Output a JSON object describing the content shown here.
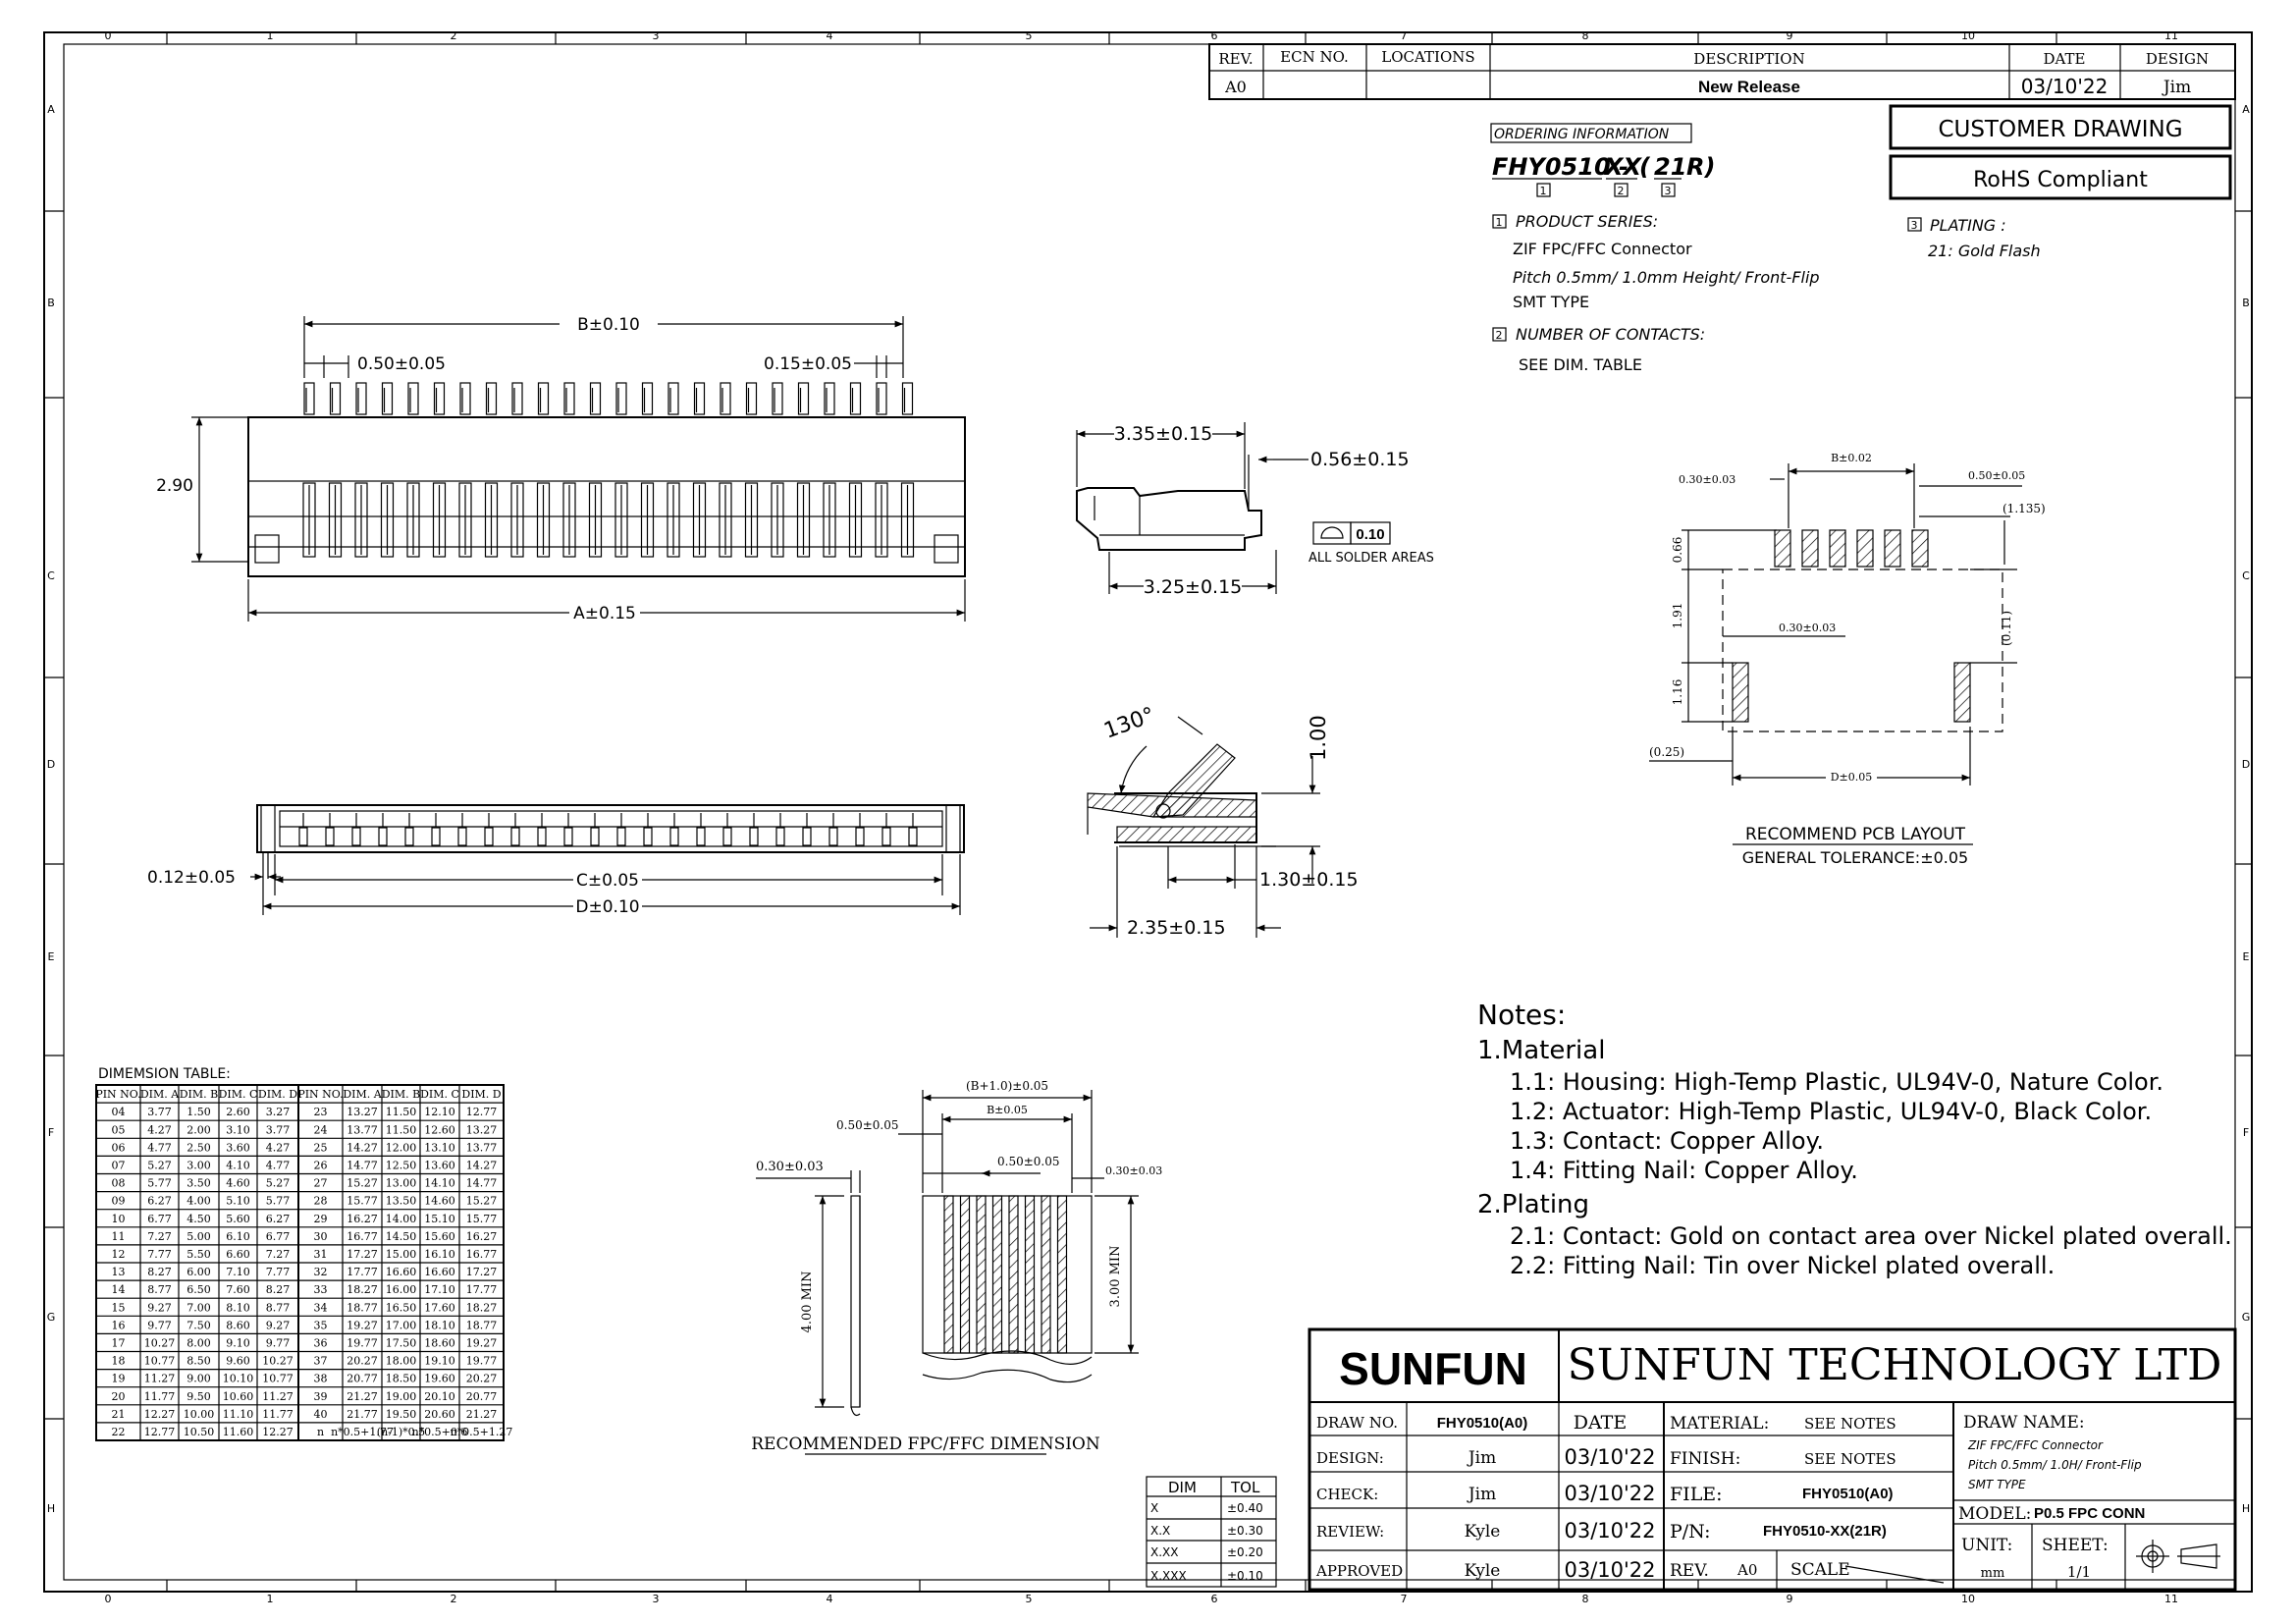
{
  "grid": {
    "cols": [
      "0",
      "1",
      "2",
      "3",
      "4",
      "5",
      "6",
      "7",
      "8",
      "9",
      "10",
      "11"
    ],
    "rows": [
      "A",
      "B",
      "C",
      "D",
      "E",
      "F",
      "G",
      "H"
    ]
  },
  "revision": {
    "headers": [
      "REV.",
      "ECN NO.",
      "LOCATIONS",
      "DESCRIPTION",
      "DATE",
      "DESIGN"
    ],
    "row": [
      "A0",
      "",
      "",
      "New Release",
      "03/10'22",
      "Jim"
    ]
  },
  "ordering": {
    "heading": "ORDERING INFORMATION",
    "part": "FHY0510-XX(21R)",
    "part_prefix": "FHY0510 -",
    "part_xx": "XX",
    "part_open": "(",
    "part_21": "21",
    "part_close": "R)",
    "markers": [
      "1",
      "2",
      "3"
    ],
    "series_title": "PRODUCT SERIES:",
    "series_lines": [
      "ZIF FPC/FFC Connector",
      "Pitch 0.5mm/ 1.0mm Height/ Front-Flip",
      "SMT TYPE"
    ],
    "contacts_title": "NUMBER OF CONTACTS:",
    "contacts_line": "SEE DIM. TABLE",
    "plating_title": "PLATING :",
    "plating_line": "21:  Gold Flash"
  },
  "badges": {
    "customer": "CUSTOMER DRAWING",
    "rohs": "RoHS Compliant"
  },
  "dims": {
    "top": {
      "b": "B±0.10",
      "pitch": "0.50±0.05",
      "width": "0.15±0.05",
      "height": "2.90",
      "a": "A±0.15"
    },
    "front": {
      "c": "C±0.05",
      "d": "D±0.10",
      "offset": "0.12±0.05"
    },
    "side": {
      "d1": "3.35±0.15",
      "d2": "0.56±0.15",
      "d3": "3.25±0.15",
      "flat": "0.10",
      "flat_note": "ALL SOLDER AREAS"
    },
    "section": {
      "angle": "130°",
      "h": "1.00",
      "d1": "1.30±0.15",
      "d2": "2.35±0.15"
    },
    "pcb": {
      "b": "B±0.02",
      "pad": "0.30±0.03",
      "pitch": "0.50±0.05",
      "overhang": "(1.135)",
      "h1": "0.66",
      "h2": "1.91",
      "h3": "1.16",
      "fit": "0.30±0.03",
      "side": "(0.11)",
      "edge": "(0.25)",
      "d": "D±0.05",
      "title": "RECOMMEND PCB LAYOUT",
      "tolerance": "GENERAL TOLERANCE:±0.05"
    },
    "fpc": {
      "total": "(B+1.0)±0.05",
      "b": "B±0.05",
      "edge": "0.50±0.05",
      "thick": "0.30±0.03",
      "pitch": "0.50±0.05",
      "width": "0.30±0.03",
      "len1": "4.00 MIN",
      "len2": "3.00 MIN",
      "title": "RECOMMENDED FPC/FFC DIMENSION"
    }
  },
  "dim_table": {
    "title": "DIMEMSION TABLE:",
    "headers": [
      "PIN NO.",
      "DIM. A",
      "DIM. B",
      "DIM. C",
      "DIM. D",
      "PIN NO.",
      "DIM. A",
      "DIM. B",
      "DIM. C",
      "DIM. D"
    ],
    "rows": [
      [
        "04",
        "3.77",
        "1.50",
        "2.60",
        "3.27",
        "23",
        "13.27",
        "11.50",
        "12.10",
        "12.77"
      ],
      [
        "05",
        "4.27",
        "2.00",
        "3.10",
        "3.77",
        "24",
        "13.77",
        "11.50",
        "12.60",
        "13.27"
      ],
      [
        "06",
        "4.77",
        "2.50",
        "3.60",
        "4.27",
        "25",
        "14.27",
        "12.00",
        "13.10",
        "13.77"
      ],
      [
        "07",
        "5.27",
        "3.00",
        "4.10",
        "4.77",
        "26",
        "14.77",
        "12.50",
        "13.60",
        "14.27"
      ],
      [
        "08",
        "5.77",
        "3.50",
        "4.60",
        "5.27",
        "27",
        "15.27",
        "13.00",
        "14.10",
        "14.77"
      ],
      [
        "09",
        "6.27",
        "4.00",
        "5.10",
        "5.77",
        "28",
        "15.77",
        "13.50",
        "14.60",
        "15.27"
      ],
      [
        "10",
        "6.77",
        "4.50",
        "5.60",
        "6.27",
        "29",
        "16.27",
        "14.00",
        "15.10",
        "15.77"
      ],
      [
        "11",
        "7.27",
        "5.00",
        "6.10",
        "6.77",
        "30",
        "16.77",
        "14.50",
        "15.60",
        "16.27"
      ],
      [
        "12",
        "7.77",
        "5.50",
        "6.60",
        "7.27",
        "31",
        "17.27",
        "15.00",
        "16.10",
        "16.77"
      ],
      [
        "13",
        "8.27",
        "6.00",
        "7.10",
        "7.77",
        "32",
        "17.77",
        "16.60",
        "16.60",
        "17.27"
      ],
      [
        "14",
        "8.77",
        "6.50",
        "7.60",
        "8.27",
        "33",
        "18.27",
        "16.00",
        "17.10",
        "17.77"
      ],
      [
        "15",
        "9.27",
        "7.00",
        "8.10",
        "8.77",
        "34",
        "18.77",
        "16.50",
        "17.60",
        "18.27"
      ],
      [
        "16",
        "9.77",
        "7.50",
        "8.60",
        "9.27",
        "35",
        "19.27",
        "17.00",
        "18.10",
        "18.77"
      ],
      [
        "17",
        "10.27",
        "8.00",
        "9.10",
        "9.77",
        "36",
        "19.77",
        "17.50",
        "18.60",
        "19.27"
      ],
      [
        "18",
        "10.77",
        "8.50",
        "9.60",
        "10.27",
        "37",
        "20.27",
        "18.00",
        "19.10",
        "19.77"
      ],
      [
        "19",
        "11.27",
        "9.00",
        "10.10",
        "10.77",
        "38",
        "20.77",
        "18.50",
        "19.60",
        "20.27"
      ],
      [
        "20",
        "11.77",
        "9.50",
        "10.60",
        "11.27",
        "39",
        "21.27",
        "19.00",
        "20.10",
        "20.77"
      ],
      [
        "21",
        "12.27",
        "10.00",
        "11.10",
        "11.77",
        "40",
        "21.77",
        "19.50",
        "20.60",
        "21.27"
      ],
      [
        "22",
        "12.77",
        "10.50",
        "11.60",
        "12.27",
        "n",
        "n*0.5+1.77",
        "(n-1)*0.5",
        "n*0.5+0.6",
        "n*0.5+1.27"
      ]
    ]
  },
  "notes": {
    "title": "Notes:",
    "lines": [
      "1.Material",
      "1.1: Housing: High-Temp Plastic, UL94V-0, Nature Color.",
      "1.2: Actuator: High-Temp Plastic, UL94V-0, Black Color.",
      "1.3: Contact: Copper Alloy.",
      "1.4: Fitting Nail: Copper Alloy.",
      "2.Plating",
      "2.1: Contact: Gold on contact area over Nickel plated overall.",
      "2.2: Fitting Nail: Tin over Nickel plated overall."
    ]
  },
  "tolerance": {
    "headers": [
      "DIM",
      "TOL"
    ],
    "rows": [
      [
        "X",
        "±0.40"
      ],
      [
        "X.X",
        "±0.30"
      ],
      [
        "X.XX",
        "±0.20"
      ],
      [
        "X.XXX",
        "±0.10"
      ]
    ]
  },
  "title_block": {
    "logo": "SUNFUN",
    "company": "SUNFUN TECHNOLOGY LTD",
    "draw_no_label": "DRAW NO.",
    "draw_no": "FHY0510(A0)",
    "date_label": "DATE",
    "design_label": "DESIGN:",
    "design": "Jim",
    "design_date": "03/10'22",
    "check_label": "CHECK:",
    "check": "Jim",
    "check_date": "03/10'22",
    "review_label": "REVIEW:",
    "review": "Kyle",
    "review_date": "03/10'22",
    "approved_label": "APPROVED",
    "approved": "Kyle",
    "approved_date": "03/10'22",
    "material_label": "MATERIAL:",
    "material": "SEE NOTES",
    "finish_label": "FINISH:",
    "finish": "SEE NOTES",
    "file_label": "FILE:",
    "file": "FHY0510(A0)",
    "pn_label": "P/N:",
    "pn": "FHY0510-XX(21R)",
    "rev_label": "REV.",
    "rev": "A0",
    "scale_label": "SCALE",
    "draw_name_label": "DRAW NAME:",
    "draw_name_lines": [
      "ZIF FPC/FFC Connector",
      "Pitch 0.5mm/ 1.0H/ Front-Flip",
      "SMT TYPE"
    ],
    "model_label": "MODEL:",
    "model": "P0.5 FPC CONN",
    "unit_label": "UNIT:",
    "unit": "mm",
    "sheet_label": "SHEET:",
    "sheet": "1/1"
  }
}
